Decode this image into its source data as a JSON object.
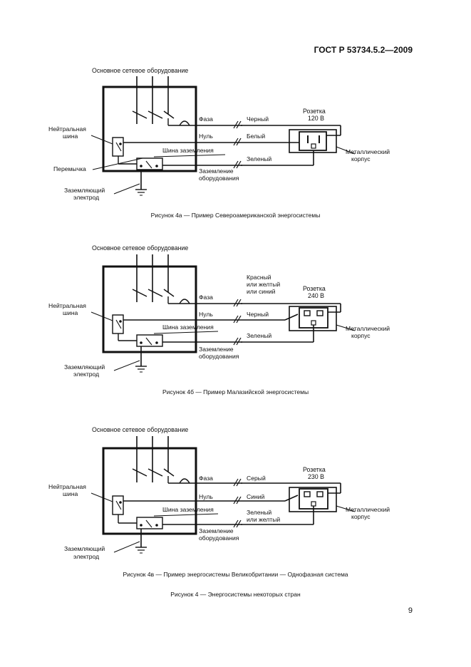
{
  "header": {
    "standard": "ГОСТ Р 53734.5.2—2009"
  },
  "common": {
    "equipment": "Основное сетевое оборудование",
    "neutral_bus": [
      "Нейтральная",
      "шина"
    ],
    "ground_bus": "Шина заземления",
    "phase": "Фаза",
    "neutral": "Нуль",
    "equipment_ground": [
      "Заземление",
      "оборудования"
    ],
    "ground_electrode": [
      "Заземляющий",
      "электрод"
    ],
    "metal_case": [
      "Металлический",
      "корпус"
    ]
  },
  "figures": [
    {
      "jumper": "Перемычка",
      "socket": [
        "Розетка",
        "120 В"
      ],
      "phase_color": [
        "Черный"
      ],
      "neutral_color": [
        "Белый"
      ],
      "ground_color": [
        "Зеленый"
      ],
      "caption": "Рисунок 4а — Пример Североамериканской энергосистемы"
    },
    {
      "jumper": "",
      "socket": [
        "Розетка",
        "240 В"
      ],
      "phase_color": [
        "Красный",
        "или желтый",
        "или синий"
      ],
      "neutral_color": [
        "Черный"
      ],
      "ground_color": [
        "Зеленый"
      ],
      "caption": "Рисунок 4б — Пример Малазийской энергосистемы"
    },
    {
      "jumper": "",
      "socket": [
        "Розетка",
        "230 В"
      ],
      "phase_color": [
        "Серый"
      ],
      "neutral_color": [
        "Синий"
      ],
      "ground_color": [
        "Зеленый",
        "или желтый"
      ],
      "caption": "Рисунок 4в — Пример энергосистемы Великобритании — Однофазная система"
    }
  ],
  "figure_caption": "Рисунок 4 — Энергосистемы некоторых стран",
  "page_number": "9"
}
